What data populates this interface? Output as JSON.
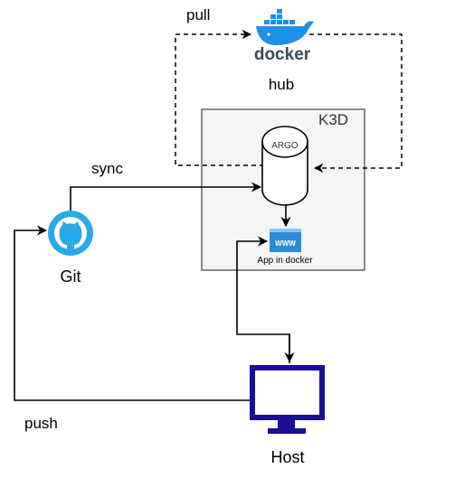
{
  "labels": {
    "pull": "pull",
    "docker_wordmark": "docker",
    "hub": "hub",
    "k3d": "K3D",
    "argo": "ARGO",
    "sync": "sync",
    "git": "Git",
    "app_in_docker": "App in docker",
    "www": "WWW",
    "push": "push",
    "host": "Host"
  },
  "icons": {
    "docker": "docker-whale-icon",
    "github": "github-octocat-icon",
    "www": "www-browser-icon",
    "host": "desktop-monitor-icon"
  },
  "colors": {
    "docker_blue": "#1D91E6",
    "docker_dark": "#384D54",
    "github_blue": "#29A9E8",
    "www_blue": "#2D8CD7",
    "monitor_navy": "#1A0E99",
    "k3d_fill": "#F5F5F5",
    "k3d_border": "#666666",
    "line": "#000000"
  }
}
